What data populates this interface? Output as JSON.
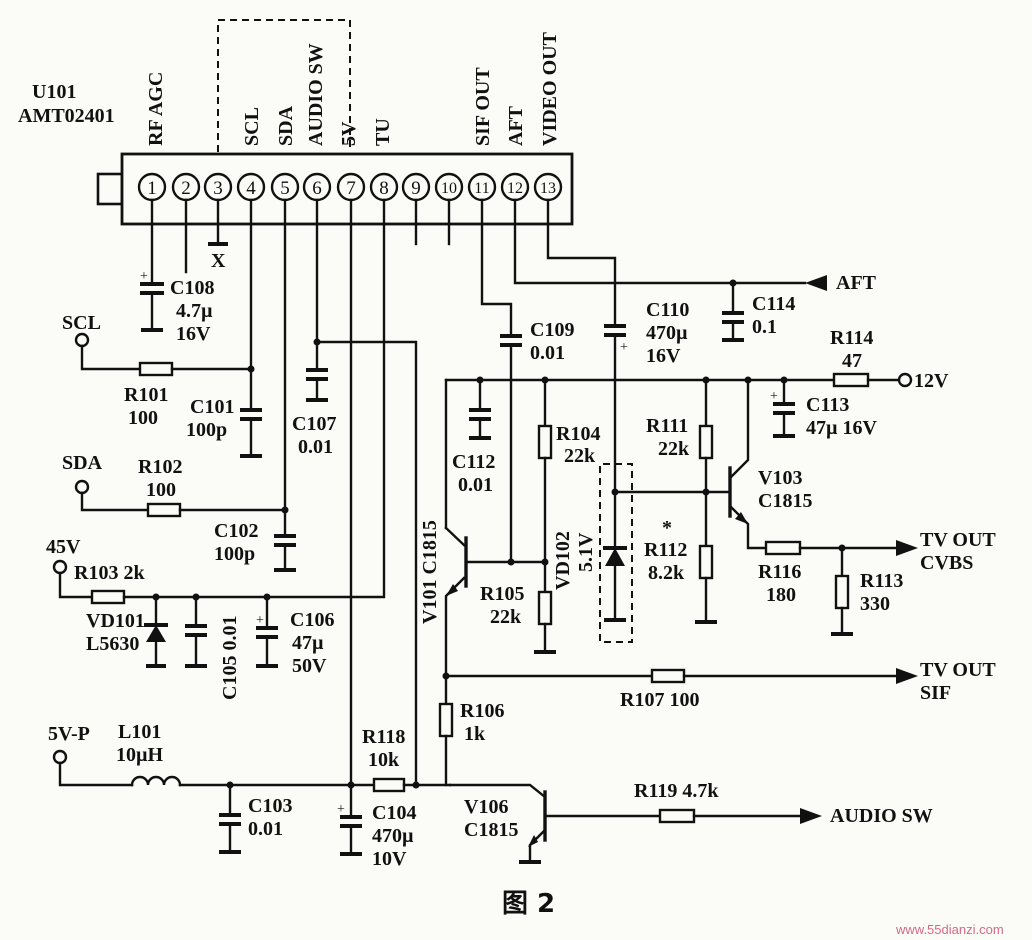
{
  "module": {
    "ref": "U101",
    "part": "AMT02401"
  },
  "pins": [
    "1",
    "2",
    "3",
    "4",
    "5",
    "6",
    "7",
    "8",
    "9",
    "10",
    "11",
    "12",
    "13"
  ],
  "pin_functions": {
    "p1": "RF AGC",
    "p4": "SCL",
    "p5": "SDA",
    "p6": "AUDIO SW",
    "p7": "5V",
    "p8": "TU",
    "p11": "SIF OUT",
    "p12": "AFT",
    "p13": "VIDEO OUT"
  },
  "nc_mark": "X",
  "terminals": {
    "scl": "SCL",
    "sda": "SDA",
    "v45": "45V",
    "v5p": "5V-P",
    "v12": "12V",
    "aft": "AFT",
    "tv_out_cvbs_1": "TV OUT",
    "tv_out_cvbs_2": "CVBS",
    "tv_out_sif_1": "TV OUT",
    "tv_out_sif_2": "SIF",
    "audio_sw": "AUDIO SW"
  },
  "components": {
    "c108": [
      "C108",
      "4.7µ",
      "16V"
    ],
    "r101": [
      "R101",
      "100"
    ],
    "c101": [
      "C101",
      "100p"
    ],
    "c107": [
      "C107",
      "0.01"
    ],
    "r102": [
      "R102",
      "100"
    ],
    "c102": [
      "C102",
      "100p"
    ],
    "r103": "R103 2k",
    "vd101": [
      "VD101",
      "L5630"
    ],
    "c105": "C105 0.01",
    "c106": [
      "C106",
      "47µ",
      "50V"
    ],
    "l101": [
      "L101",
      "10µH"
    ],
    "c103": [
      "C103",
      "0.01"
    ],
    "r118": [
      "R118",
      "10k"
    ],
    "c104": [
      "C104",
      "470µ",
      "10V"
    ],
    "v106": [
      "V106",
      "C1815"
    ],
    "r119": "R119 4.7k",
    "c109": [
      "C109",
      "0.01"
    ],
    "c110": [
      "C110",
      "470µ",
      "16V"
    ],
    "c114": [
      "C114",
      "0.1"
    ],
    "r114": [
      "R114",
      "47"
    ],
    "c113": [
      "C113",
      "47µ 16V"
    ],
    "c112": [
      "C112",
      "0.01"
    ],
    "r104": [
      "R104",
      "22k"
    ],
    "r111": [
      "R111",
      "22k"
    ],
    "v103": [
      "V103",
      "C1815"
    ],
    "v101": "V101 C1815",
    "r105": [
      "R105",
      "22k"
    ],
    "vd102": [
      "VD102",
      "5.1V"
    ],
    "r112": [
      "*",
      "R112",
      "8.2k"
    ],
    "r116": [
      "R116",
      "180"
    ],
    "r113": [
      "R113",
      "330"
    ],
    "r106": [
      "R106",
      "1k"
    ],
    "r107": "R107 100"
  },
  "figure_caption": "图 2",
  "watermark": "www.55dianzi.com"
}
